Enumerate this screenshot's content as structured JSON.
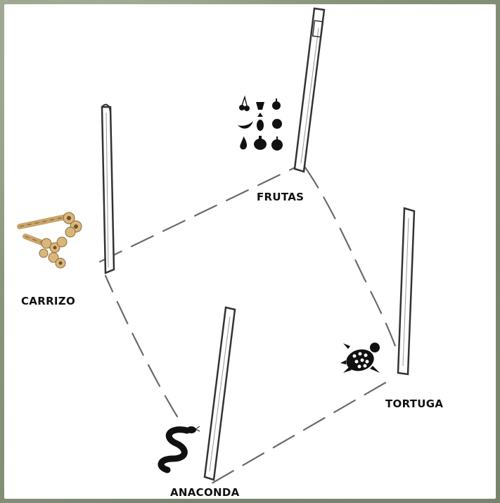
{
  "diagram": {
    "nodes": [
      {
        "id": "frutas",
        "label": "FRUTAS",
        "icon": "fruits-icon"
      },
      {
        "id": "carrizo",
        "label": "CARRIZO",
        "icon": "reed-flute-icon"
      },
      {
        "id": "tortuga",
        "label": "TORTUGA",
        "icon": "turtle-icon"
      },
      {
        "id": "anaconda",
        "label": "ANACONDA",
        "icon": "snake-icon"
      }
    ],
    "edges": [
      {
        "from": "carrizo",
        "to": "frutas",
        "style": "dashed"
      },
      {
        "from": "frutas",
        "to": "tortuga",
        "style": "dashed"
      },
      {
        "from": "tortuga",
        "to": "anaconda",
        "style": "dashed"
      },
      {
        "from": "anaconda",
        "to": "carrizo",
        "style": "dashed"
      }
    ],
    "colors": {
      "line": "#5a5a5a",
      "pole": "#3a3a3a",
      "ink": "#111111",
      "reed": "#c9a46a"
    }
  }
}
